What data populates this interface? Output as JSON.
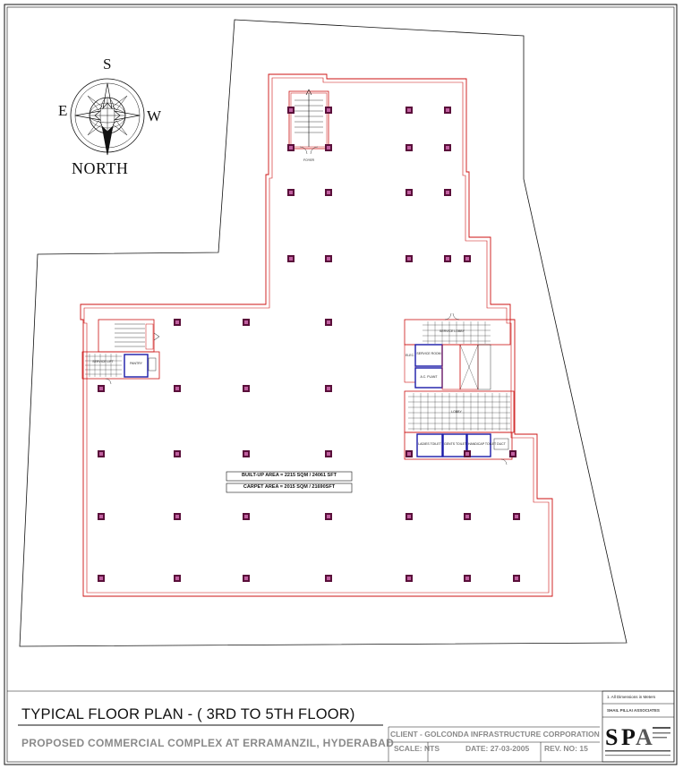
{
  "drawing": {
    "title": "TYPICAL FLOOR PLAN - ( 3RD TO 5TH FLOOR)",
    "subtitle": "PROPOSED COMMERCIAL COMPLEX AT ERRAMANZIL, HYDERABAD",
    "client": "CLIENT - GOLCONDA INFRASTRUCTURE CORPORATION",
    "scale": "SCALE: NTS",
    "date": "DATE: 27-03-2005",
    "revision": "REV. NO: 15"
  },
  "firm": {
    "note": "1. All Dimensions in Meters",
    "name": "SHAIL PILLAI ASSOCIATES",
    "logo": "SPA"
  },
  "compass": {
    "top": "S",
    "left": "E",
    "right": "W",
    "bottom": "NORTH"
  },
  "areas": {
    "built_up": "BUILT-UP AREA = 2215 SQM / 24061 SFT",
    "carpet": "CARPET AREA = 2015 SQM / 21690SFT"
  },
  "rooms": {
    "lobby": "LOBBY",
    "foyer": "FOYER",
    "service_lobby": "SERVICE LOBBY",
    "elec": "ELEC.",
    "service_room": "SERVICE ROOM",
    "ac_plant": "A.C. PLANT",
    "ladies_toilet": "LADIES TOILET",
    "gents_toilet": "GENTS TOILET",
    "handicap_toilet": "HANDICAP TOILET",
    "duct": "DUCT",
    "service_lift": "SERVICE LIFT",
    "pantry": "PANTRY"
  },
  "colors": {
    "wall": "#cc1111",
    "column": "#5a0f3a",
    "toilet_block": "#1a1aa8",
    "line": "#111111",
    "title_block_text": "#8a8a8a"
  }
}
